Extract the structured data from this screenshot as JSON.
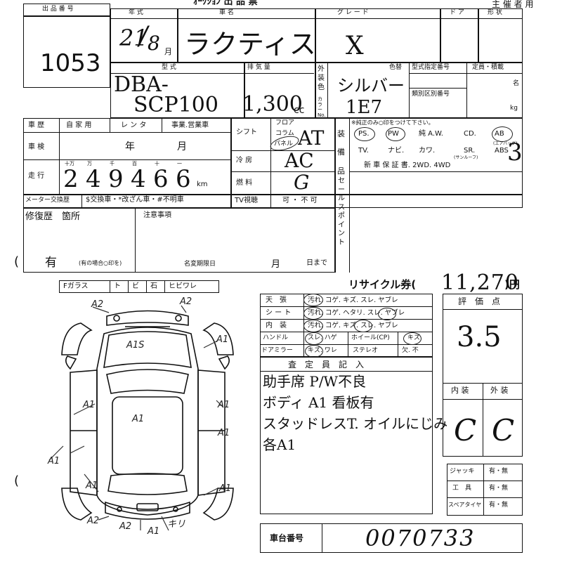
{
  "header": {
    "top_title": "ｵｰｸｼｮﾝ 出 品 票",
    "organizer": "主 催 者 用"
  },
  "lot": {
    "label": "出 品 番 号",
    "number": "1053"
  },
  "labels": {
    "year_type": "年 式",
    "car_name": "車 名",
    "grade": "グ レ ー ド",
    "doors": "ド ア",
    "shape": "形 状",
    "model": "型 式",
    "displacement": "排 気 量",
    "exterior_color": "外装色",
    "color_code": "カラーNo.",
    "color_change": "色替",
    "type_number": "型式指定番号",
    "class_number": "類別区別番号",
    "capacity": "定員・積載",
    "persons": "名",
    "kg": "kg",
    "history": "車 歴",
    "private": "自 家 用",
    "rental": "レ ン タ",
    "business": "事業.営業車",
    "shift": "シフト",
    "floor": "フロア",
    "column": "コラム",
    "panel": "パネル",
    "inspection": "車 検",
    "year": "年",
    "month": "月",
    "ac": "冷 房",
    "fuel": "燃 料",
    "mileage": "走 行",
    "km": "km",
    "digits": [
      "十万",
      "万",
      "千",
      "百",
      "十",
      "一"
    ],
    "equipment": "装備品",
    "equip_note": "※純正のみ○印をつけて下さい。",
    "equip_row1": [
      "PS.",
      "PW",
      "純 A.W.",
      "CD.",
      "AB"
    ],
    "equip_row2": [
      "TV.",
      "ナビ.",
      "カワ.",
      "SR.",
      "ABS"
    ],
    "equip_row3": [
      "新 車 保 証 書.",
      "2WD.",
      "4WD"
    ],
    "equip_small1": "(エアバッグ)",
    "equip_small2": "(サンルーフ)",
    "meter": "メーター交換歴",
    "meter_options": "$交換車・*改ざん車・#不明車",
    "tv": "TV視聴",
    "tv_value": "可 ・ 不 可",
    "sales_point": "セールスポイント",
    "repair": "修復歴　箇所",
    "repair_note": "(有の場合○印を)",
    "notes": "注意事項",
    "transfer": "名変期限日",
    "until_month": "月",
    "until": "日まで",
    "glass": [
      "Fガラス",
      "ト",
      "ビ",
      "石",
      "ヒビワレ"
    ],
    "recycle": "リサイクル券(",
    "yen": ")円",
    "interior_rows": [
      {
        "name": "天　張",
        "opts": "汚れ. コゲ. キズ. スレ. ヤブレ"
      },
      {
        "name": "シ ー ト",
        "opts": "汚れ. コゲ. ヘタリ. スレ. ヤブレ"
      },
      {
        "name": "内　装",
        "opts": "汚れ. コゲ. キズ. スレ. ヤブレ"
      }
    ],
    "handle": "ハンドル",
    "handle_opts": "スレ. ハゲ",
    "wheel": "ホイール(CP)",
    "wheel_opt": "キズ",
    "door_mirror": "ドアミラー",
    "door_mirror_opts": "キズ. ワレ",
    "stereo": "ステレオ",
    "stereo_opt": "欠. 不",
    "inspector": "査　定　員　記　入",
    "score": "評　価　点",
    "interior": "内 装",
    "exterior": "外 装",
    "jack": "ジャッキ",
    "tools": "工　具",
    "spare": "スペアタイヤ",
    "yes_no": "有・無",
    "chassis": "車台番号"
  },
  "values": {
    "year": "21",
    "month": "8",
    "month_unit": "月",
    "car_name": "ラクティス",
    "grade": "X",
    "model_line1": "DBA-",
    "model_line2": "SCP100",
    "displacement": "1,300",
    "cc": "cc",
    "color": "シルバー",
    "color_code": "1E7",
    "shift": "AT",
    "ac": "AC",
    "fuel": "G",
    "mileage_digits": [
      "2",
      "4",
      "9",
      "4",
      "6",
      "6"
    ],
    "repair": "有",
    "recycle": "11,270",
    "score": "3.5",
    "interior_grade": "C",
    "exterior_grade": "C",
    "chassis_number": "0070733",
    "inspector_notes": [
      "助手席 P/W不良",
      "ボディ A1 看板有",
      "スタッドレスT. オイルにじみ",
      "各A1"
    ],
    "damage": [
      {
        "code": "A2",
        "where": "front-left"
      },
      {
        "code": "A2",
        "where": "front-right"
      },
      {
        "code": "A1S",
        "where": "hood"
      },
      {
        "code": "A1",
        "where": "front-right-fender"
      },
      {
        "code": "A1",
        "where": "left-door"
      },
      {
        "code": "A1",
        "where": "roof"
      },
      {
        "code": "A1",
        "where": "right-door"
      },
      {
        "code": "A1",
        "where": "right-rear-door"
      },
      {
        "code": "A1",
        "where": "left-rear-wheel"
      },
      {
        "code": "A1",
        "where": "left-rear-quarter"
      },
      {
        "code": "A1",
        "where": "right-rear-quarter"
      },
      {
        "code": "A2",
        "where": "rear-left"
      },
      {
        "code": "A2",
        "where": "rear-bumper"
      },
      {
        "code": "A1",
        "where": "rear-bumper"
      },
      {
        "code": "キリ",
        "where": "rear"
      }
    ]
  }
}
